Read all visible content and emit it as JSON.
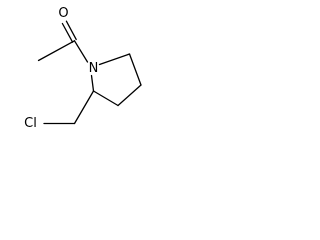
{
  "molecule": {
    "atoms": {
      "oxygen": "O",
      "nitrogen": "N",
      "chlorine": "Cl"
    }
  }
}
